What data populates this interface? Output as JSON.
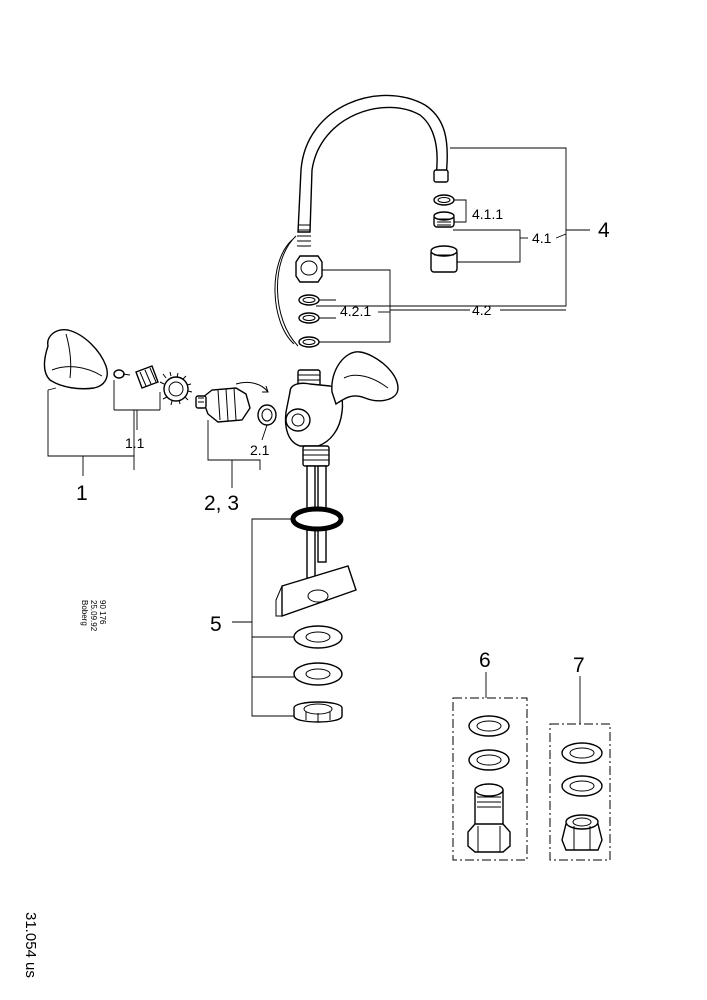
{
  "drawing": {
    "callouts": {
      "c1": "1",
      "c1_1": "1.1",
      "c2_3": "2, 3",
      "c2_1": "2.1",
      "c4": "4",
      "c4_1": "4.1",
      "c4_1_1": "4.1.1",
      "c4_2": "4.2",
      "c4_2_1": "4.2.1",
      "c5": "5",
      "c6": "6",
      "c7": "7"
    },
    "stamp": {
      "number": "90 176",
      "date": "25.09.92",
      "name": "Boberg"
    },
    "document_number": "31.054 us"
  }
}
